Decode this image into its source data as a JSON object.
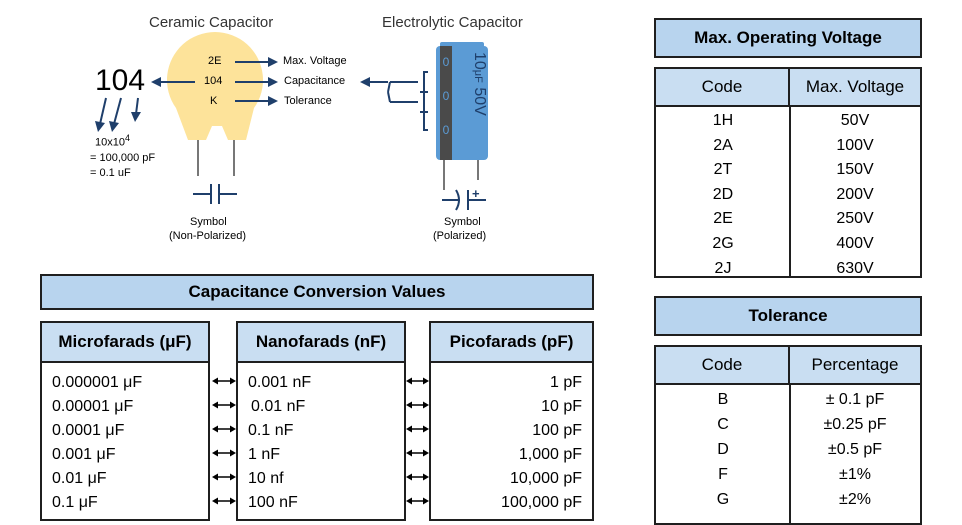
{
  "ceramic": {
    "title": "Ceramic Capacitor",
    "code_main": "104",
    "code_1": "2E",
    "code_2": "104",
    "code_3": "K",
    "label_voltage": "Max. Voltage",
    "label_capacitance": "Capacitance",
    "label_tolerance": "Tolerance",
    "calc_base": "10x10",
    "calc_exp": "4",
    "calc_pf": "= 100,000 pF",
    "calc_uf": "= 0.1 uF",
    "symbol_label": "Symbol",
    "symbol_sub": "(Non-Polarized)"
  },
  "electrolytic": {
    "title": "Electrolytic Capacitor",
    "marking_value": "10",
    "marking_unit": "μF",
    "marking_voltage": "50V",
    "symbol_plus": "+",
    "symbol_label": "Symbol",
    "symbol_sub": "(Polarized)"
  },
  "conversion": {
    "title": "Capacitance Conversion Values",
    "headers": [
      "Microfarads (μF)",
      "Nanofarads (nF)",
      "Picofarads (pF)"
    ],
    "microfarads": [
      "0.000001 μF",
      "0.00001 μF",
      "0.0001 μF",
      "0.001 μF",
      "0.01 μF",
      "0.1 μF"
    ],
    "nanofarads": [
      "0.001 nF",
      "0.01 nF",
      "0.1 nF",
      "1 nF",
      "10 nf",
      "100 nF"
    ],
    "picofarads": [
      "1 pF",
      "10 pF",
      "100 pF",
      "1,000 pF",
      "10,000 pF",
      "100,000 pF"
    ]
  },
  "voltage": {
    "title": "Max. Operating Voltage",
    "col_code": "Code",
    "col_value": "Max. Voltage",
    "codes": [
      "1H",
      "2A",
      "2T",
      "2D",
      "2E",
      "2G",
      "2J"
    ],
    "values": [
      "50V",
      "100V",
      "150V",
      "200V",
      "250V",
      "400V",
      "630V"
    ]
  },
  "tolerance": {
    "title": "Tolerance",
    "col_code": "Code",
    "col_value": "Percentage",
    "codes": [
      "B",
      "C",
      "D",
      "F",
      "G"
    ],
    "values": [
      "± 0.1 pF",
      "±0.25 pF",
      "±0.5 pF",
      "±1%",
      "±2%"
    ]
  },
  "colors": {
    "ceramic_body": "#fde39a",
    "electrolytic_body": "#5b9bd5",
    "electrolytic_stripe": "#4a4a4a",
    "arrow": "#1f3f6b",
    "header_fill": "#c9def2",
    "title_fill": "#b8d4ee"
  }
}
